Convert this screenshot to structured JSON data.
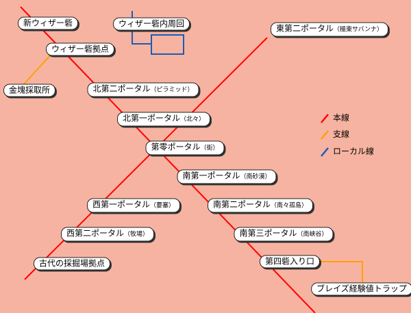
{
  "colors": {
    "background": "#f7b3a1",
    "main_line": "#ff0000",
    "branch_line": "#ffa000",
    "local_line": "#1a5bb5"
  },
  "stations": {
    "shin_wiza": {
      "name": "新ウィザー砦",
      "note": ""
    },
    "wiza_loop": {
      "name": "ウィザー砦内周回",
      "note": ""
    },
    "wiza_base": {
      "name": "ウィザー砦拠点",
      "note": ""
    },
    "kinkai": {
      "name": "金塊採取所",
      "note": ""
    },
    "east_second": {
      "name": "東第二ポータル",
      "note": "（極東サバンナ）"
    },
    "north_second": {
      "name": "北第二ポータル",
      "note": "（ピラミッド）"
    },
    "north_first": {
      "name": "北第一ポータル",
      "note": "（北々）"
    },
    "zero": {
      "name": "第零ポータル",
      "note": "（街）"
    },
    "south_first": {
      "name": "南第一ポータル",
      "note": "（南砂漠）"
    },
    "west_first": {
      "name": "西第一ポータル",
      "note": "（要塞）"
    },
    "south_second": {
      "name": "南第二ポータル",
      "note": "（南々孤島）"
    },
    "west_second": {
      "name": "西第二ポータル",
      "note": "（牧場）"
    },
    "south_third": {
      "name": "南第三ポータル",
      "note": "（南峡谷）"
    },
    "ancient": {
      "name": "古代の採掘場拠点",
      "note": ""
    },
    "fourth_fort": {
      "name": "第四砦入り口",
      "note": ""
    },
    "blaze_trap": {
      "name": "ブレイズ経験値トラップ",
      "note": ""
    }
  },
  "legend": {
    "main": "本線",
    "branch": "支線",
    "local": "ローカル線"
  }
}
